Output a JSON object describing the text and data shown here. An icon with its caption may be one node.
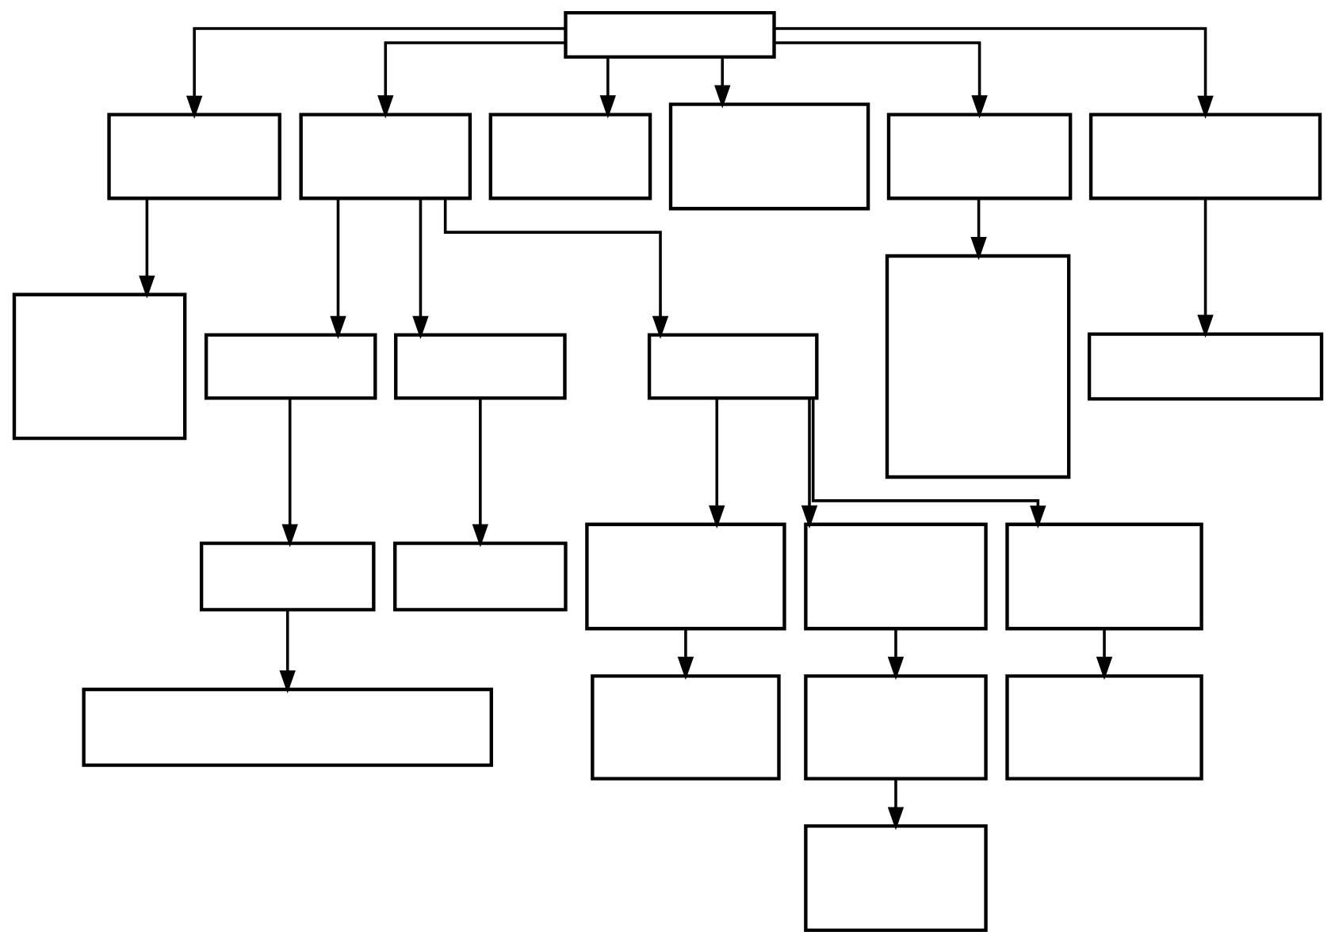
{
  "diagram": {
    "nodes": [
      {
        "text": [],
        "shape": "box"
      },
      {
        "text": [],
        "shape": "box"
      },
      {
        "text": [],
        "shape": "box"
      },
      {
        "text": [],
        "shape": "box"
      },
      {
        "text": [],
        "shape": "box"
      },
      {
        "text": [],
        "shape": "box"
      },
      {
        "text": [],
        "shape": "box"
      },
      {
        "text": [],
        "shape": "box"
      },
      {
        "text": [],
        "shape": "box"
      },
      {
        "text": [],
        "shape": "box"
      },
      {
        "text": [],
        "shape": "box"
      },
      {
        "text": [],
        "shape": "box"
      },
      {
        "text": [],
        "shape": "box"
      },
      {
        "text": [],
        "shape": "box"
      },
      {
        "text": [],
        "shape": "box"
      },
      {
        "text": [],
        "shape": "box"
      },
      {
        "text": [],
        "shape": "box"
      },
      {
        "text": [],
        "shape": "box"
      },
      {
        "text": [],
        "shape": "box"
      },
      {
        "text": [],
        "shape": "box"
      },
      {
        "text": [],
        "shape": "box"
      },
      {
        "text": [],
        "shape": "box"
      },
      {
        "text": [],
        "shape": "box"
      }
    ],
    "edges": [
      {
        "from": 0,
        "to": 1,
        "arrow": "to"
      },
      {
        "from": 0,
        "to": 2,
        "arrow": "to"
      },
      {
        "from": 0,
        "to": 3,
        "arrow": "to"
      },
      {
        "from": 0,
        "to": 4,
        "arrow": "to"
      },
      {
        "from": 0,
        "to": 5,
        "arrow": "to"
      },
      {
        "from": 0,
        "to": 6,
        "arrow": "to"
      },
      {
        "from": 1,
        "to": 7,
        "arrow": "to"
      },
      {
        "from": 2,
        "to": 8,
        "arrow": "to"
      },
      {
        "from": 2,
        "to": 9,
        "arrow": "to"
      },
      {
        "from": 2,
        "to": 10,
        "arrow": "to"
      },
      {
        "from": 5,
        "to": 11,
        "arrow": "to"
      },
      {
        "from": 6,
        "to": 12,
        "arrow": "to"
      },
      {
        "from": 8,
        "to": 13,
        "arrow": "to"
      },
      {
        "from": 9,
        "to": 14,
        "arrow": "to"
      },
      {
        "from": 10,
        "to": 15,
        "arrow": "to"
      },
      {
        "from": 10,
        "to": 16,
        "arrow": "to"
      },
      {
        "from": 10,
        "to": 17,
        "arrow": "to"
      },
      {
        "from": 13,
        "to": 18,
        "arrow": "to"
      },
      {
        "from": 15,
        "to": 19,
        "arrow": "to"
      },
      {
        "from": 16,
        "to": 20,
        "arrow": "to"
      },
      {
        "from": 17,
        "to": 21,
        "arrow": "to"
      },
      {
        "from": 20,
        "to": 22,
        "arrow": "to"
      }
    ]
  }
}
